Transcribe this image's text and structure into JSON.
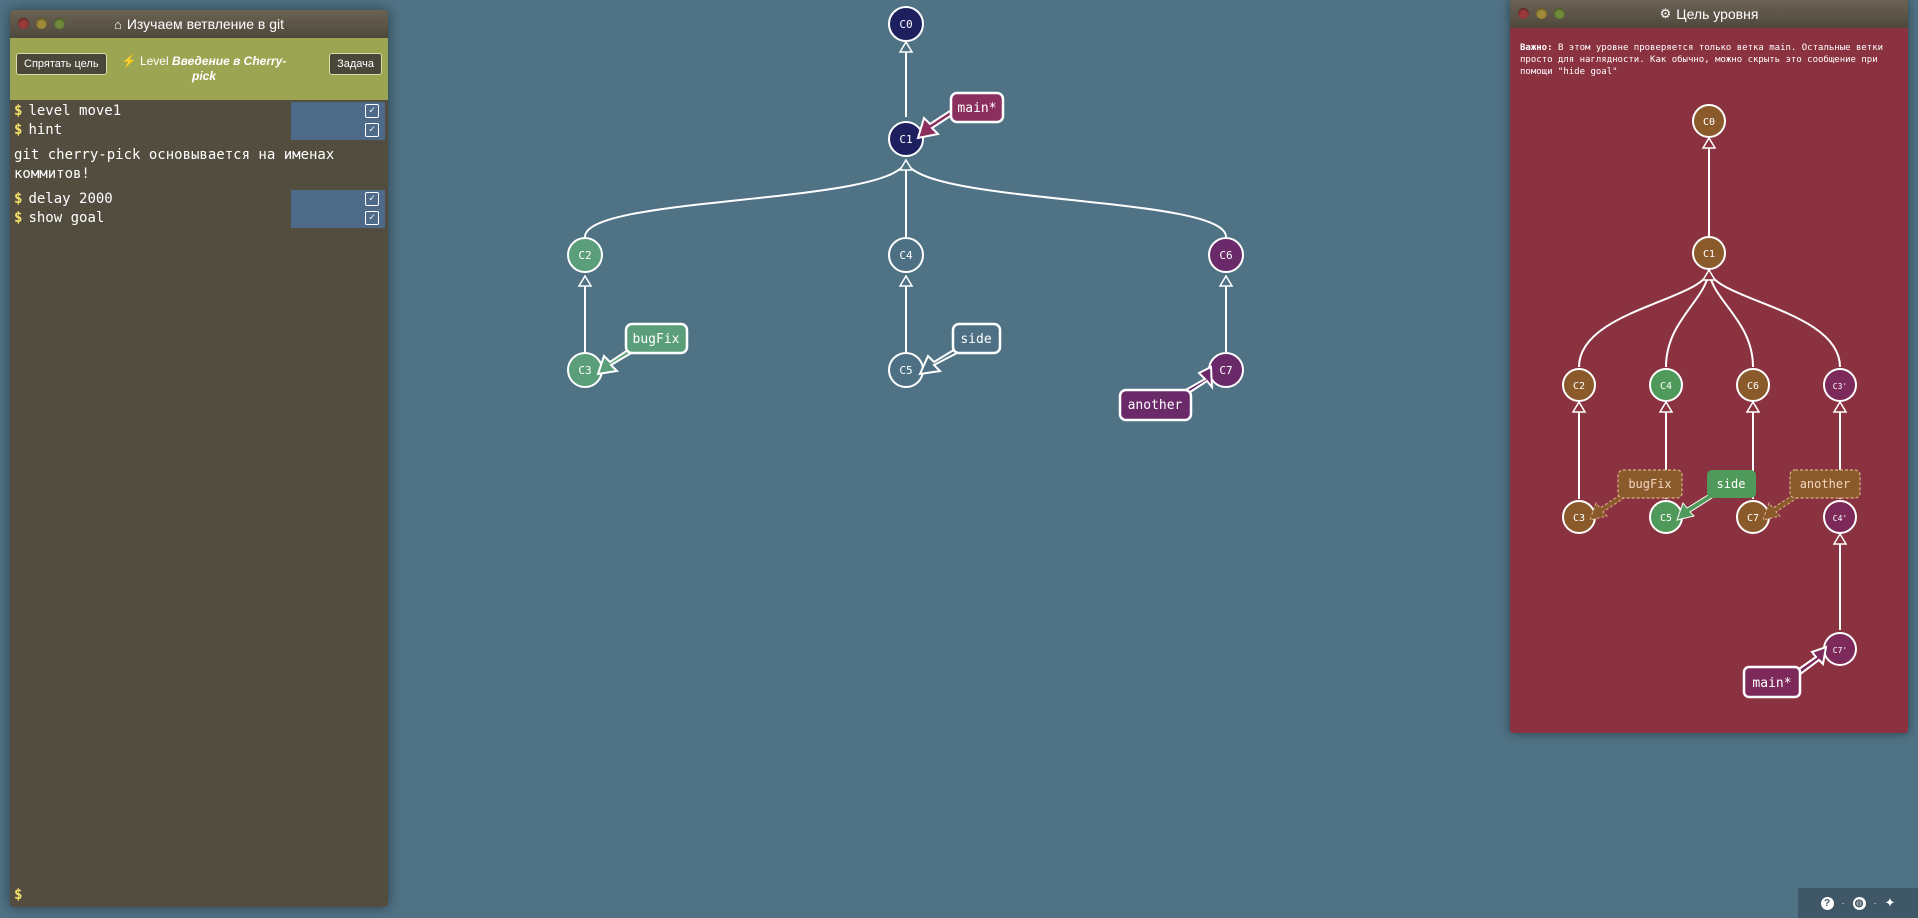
{
  "terminal": {
    "title": "Изучаем ветвление в git",
    "hide_goal_label": "Спрятать цель",
    "objective_label": "Задача",
    "level_prefix": "Level",
    "level_name": "Введение в Cherry-pick",
    "commands": [
      {
        "text": "level move1"
      },
      {
        "text": "hint"
      },
      {
        "text": "delay 2000"
      },
      {
        "text": "show goal"
      }
    ],
    "hint_output": "git cherry-pick основывается на именах\nкоммитов!",
    "prompt": "$"
  },
  "goal": {
    "title": "Цель уровня",
    "note_bold": "Важно:",
    "note_text": "В этом уровне проверяется только ветка main. Остальные ветки просто для наглядности. Как обычно, можно скрыть это сообщение при помощи \"hide goal\""
  },
  "graph": {
    "commits": {
      "c0": "C0",
      "c1": "C1",
      "c2": "C2",
      "c3": "C3",
      "c4": "C4",
      "c5": "C5",
      "c6": "C6",
      "c7": "C7"
    },
    "branches": {
      "main": "main*",
      "bugfix": "bugFix",
      "side": "side",
      "another": "another"
    },
    "colors": {
      "c0": "#1e1f5e",
      "c1": "#1e1f5e",
      "c2": "#5b9f7a",
      "c3": "#5b9f7a",
      "c4": "#4e7085",
      "c5": "#4e7085",
      "c6": "#6a2a6a",
      "c7": "#6a2a6a",
      "main": "#8a2f5e",
      "bugfix": "#5b9f7a",
      "side": "#4e7085",
      "another": "#6a2a6a"
    }
  },
  "goal_graph": {
    "commits": {
      "c0": "C0",
      "c1": "C1",
      "c2": "C2",
      "c4": "C4",
      "c6": "C6",
      "c3p": "C3'",
      "c3": "C3",
      "c5": "C5",
      "c7": "C7",
      "c4p": "C4'",
      "c7p": "C7'"
    },
    "branches": {
      "bugfix": "bugFix",
      "side": "side",
      "another": "another",
      "main": "main*"
    },
    "colors": {
      "brown": "#8a5a2b",
      "green": "#4f9a5a",
      "purple": "#7d2a5a"
    }
  },
  "footer": {
    "icons": [
      "help-icon",
      "globe-icon",
      "twitter-icon"
    ],
    "separator": "·"
  }
}
